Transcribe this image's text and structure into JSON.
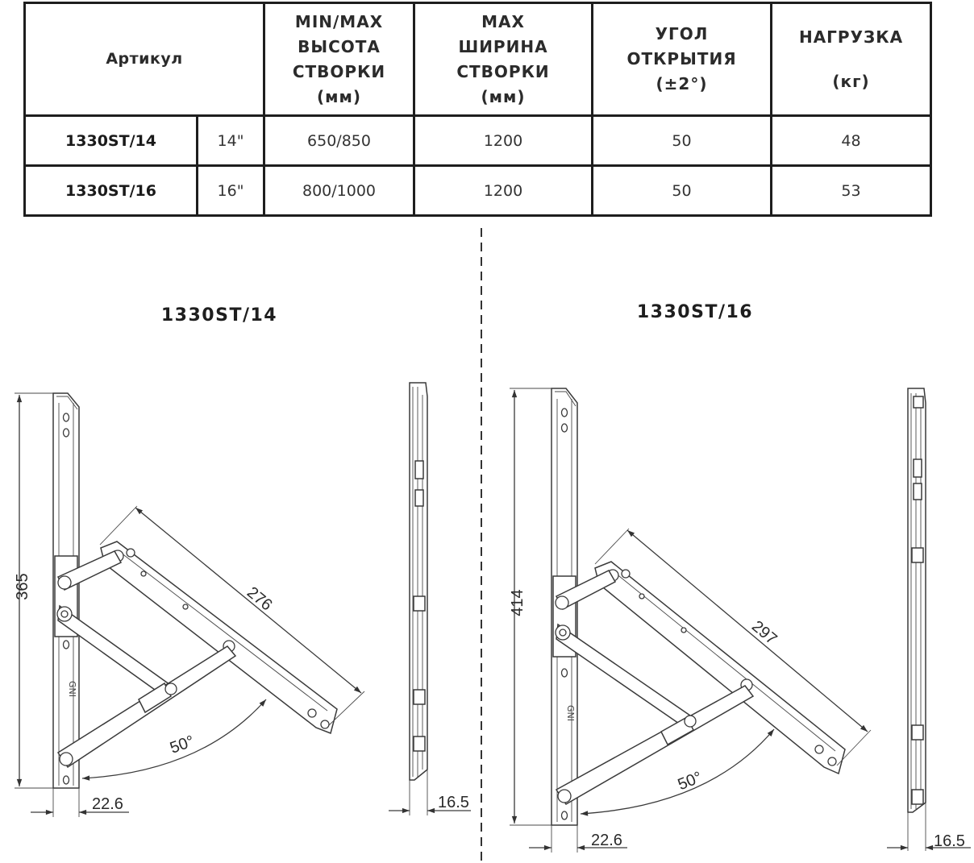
{
  "table": {
    "headers": {
      "article": "Артикул",
      "height": [
        "MIN/MAX",
        "ВЫСОТА",
        "СТВОРКИ",
        "(мм)"
      ],
      "width": [
        "MAX",
        "ШИРИНА",
        "СТВОРКИ",
        "(мм)"
      ],
      "angle": [
        "УГОЛ",
        "ОТКРЫТИЯ",
        "(±2°)"
      ],
      "load": [
        "НАГРУЗКА",
        "(кг)"
      ]
    },
    "rows": [
      {
        "code": "1330ST/14",
        "size": "14\"",
        "height": "650/850",
        "width": "1200",
        "angle": "50",
        "load": "48"
      },
      {
        "code": "1330ST/16",
        "size": "16\"",
        "height": "800/1000",
        "width": "1200",
        "angle": "50",
        "load": "53"
      }
    ]
  },
  "drawings": {
    "left": {
      "title": "1330ST/14",
      "height": "365",
      "arm_length": "276",
      "angle": "50°",
      "width_front": "22.6",
      "width_side": "16.5"
    },
    "right": {
      "title": "1330ST/16",
      "height": "414",
      "arm_length": "297",
      "angle": "50°",
      "width_front": "22.6",
      "width_side": "16.5"
    }
  }
}
